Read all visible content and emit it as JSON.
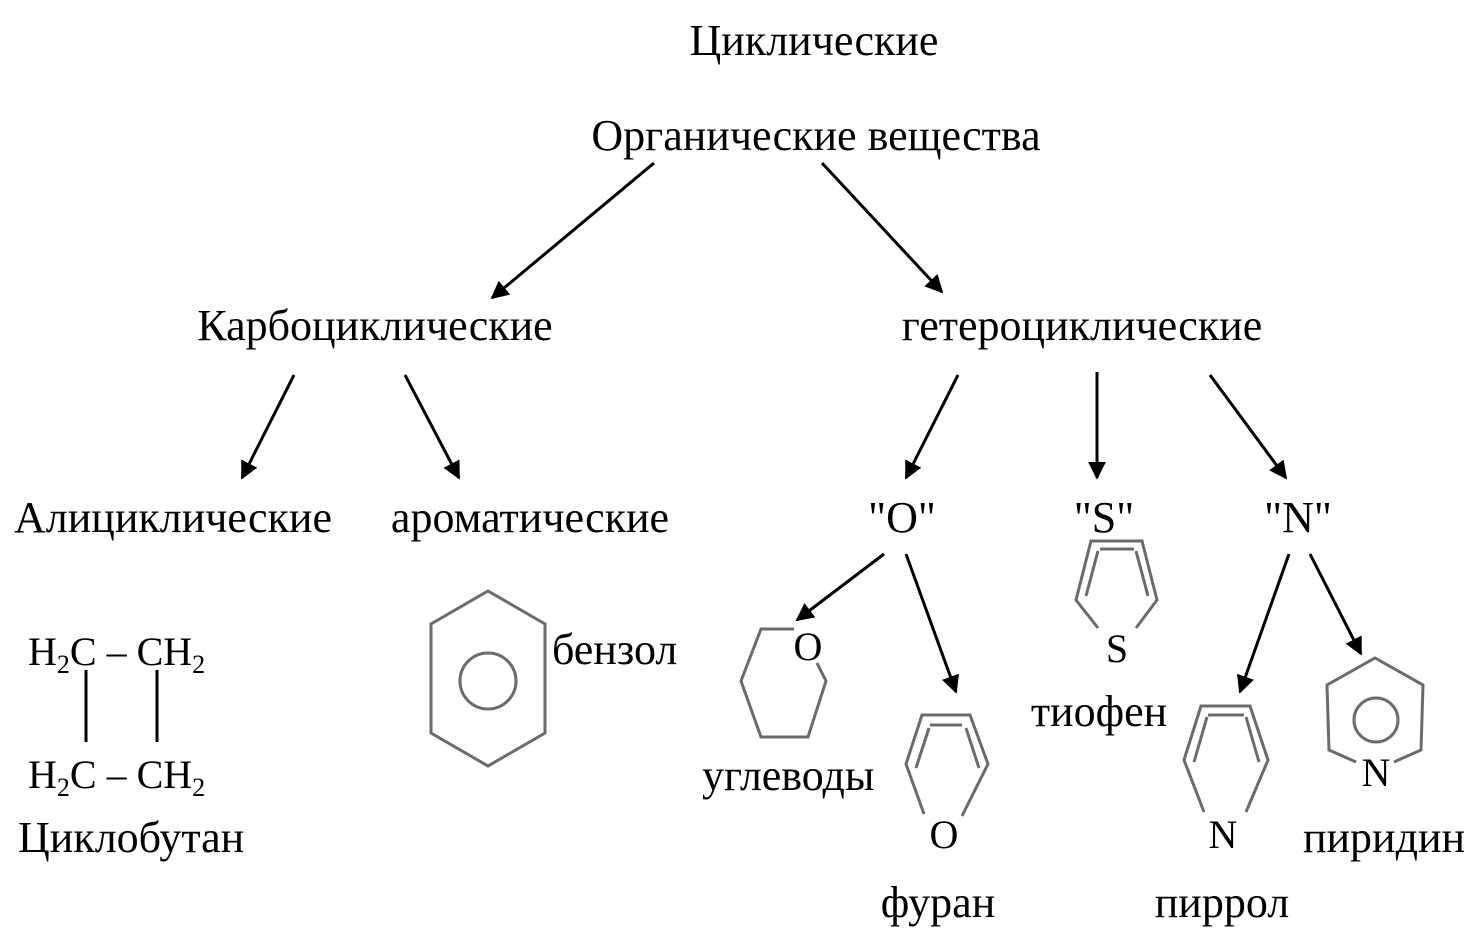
{
  "title": "Циклические",
  "root": "Органические вещества",
  "branches": {
    "carbocyclic": "Карбоциклические",
    "heterocyclic": "гетероциклические"
  },
  "carbocyclic_children": {
    "alicyclic": "Алициклические",
    "aromatic": "ароматические"
  },
  "hetero_children": {
    "oxygen": "\"O\"",
    "sulfur": "\"S\"",
    "nitrogen": "\"N\""
  },
  "examples": {
    "cyclobutan": {
      "name": "Циклобутан",
      "h2c": "H",
      "two": "2",
      "c_dash": "C – CH",
      "c": "C"
    },
    "benzol": {
      "name": "бензол"
    },
    "uglevody": {
      "name": "углеводы",
      "atom": "O"
    },
    "furan": {
      "name": "фуран",
      "atom": "O"
    },
    "tiofen": {
      "name": "тиофен",
      "atom": "S"
    },
    "pirrol": {
      "name": "пиррол",
      "atom": "N"
    },
    "piridin": {
      "name": "пиридин",
      "atom": "N"
    }
  },
  "colors": {
    "text": "#000000",
    "ring": "#6b6b6b",
    "background": "#ffffff"
  }
}
